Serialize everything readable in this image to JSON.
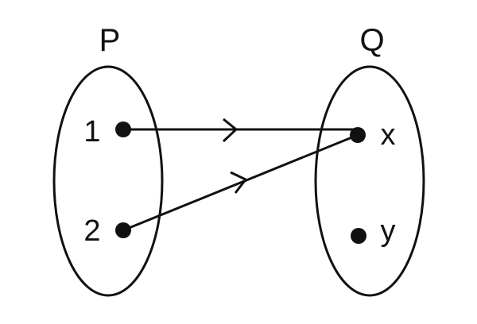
{
  "diagram": {
    "sets": [
      {
        "name": "P",
        "elements": [
          "1",
          "2"
        ]
      },
      {
        "name": "Q",
        "elements": [
          "x",
          "y"
        ]
      }
    ],
    "mappings": [
      {
        "from": "1",
        "to": "x"
      },
      {
        "from": "2",
        "to": "x"
      }
    ],
    "stroke_color": "#111111"
  }
}
